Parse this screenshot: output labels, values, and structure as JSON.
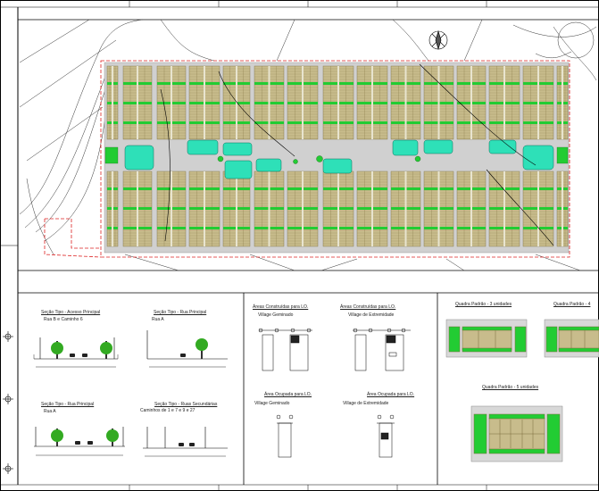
{
  "colors": {
    "block_fill": "#c8bc8c",
    "block_line": "#7a6a3a",
    "green_strip": "#22cc33",
    "cyan_area": "#2ee0b8",
    "road": "#d0d0d0",
    "boundary_red": "#dd2222",
    "tree_green": "#33aa22",
    "topo_line": "#333333"
  },
  "sections": {
    "s1_title": "Seção Tipo - Acesso Principal",
    "s1_sub": "Rua B e Caminho 6",
    "s2_title": "Seção Tipo - Rua Principal",
    "s2_sub": "Rua A",
    "s3_title": "Seção Tipo - Rua Principal",
    "s3_sub": "Rua A",
    "s4_title": "Seção Tipo - Ruas Secundárias",
    "s4_sub": "Caminhos de 1 e 7 e 9 e 27"
  },
  "areas": {
    "ac_title_1": "Áreas Construídas para LO.",
    "ac_sub_1": "Village Geminado",
    "ac_title_2": "Áreas Construídas para LO.",
    "ac_sub_2": "Village de Extremidade",
    "ao_title_1": "Área Ocupada para LO.",
    "ao_sub_1": "Village Geminado",
    "ao_title_2": "Área Ocupada para LO.",
    "ao_sub_2": "Village de Extremidade"
  },
  "quadras": {
    "q3_title": "Quadra Padrão - 3 unidades",
    "q4_title": "Quadra Padrão - 4",
    "q5_title": "Quadra Padrão - 5 unidades"
  }
}
